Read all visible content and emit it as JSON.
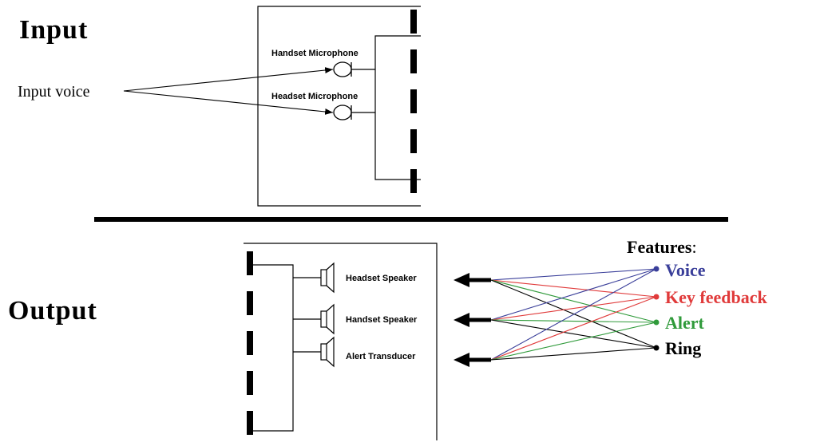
{
  "input": {
    "section_title": "Input",
    "source_label": "Input voice",
    "components": [
      {
        "label": "Handset Microphone"
      },
      {
        "label": "Headset Microphone"
      }
    ]
  },
  "output": {
    "section_title": "Output",
    "components": [
      {
        "label": "Headset Speaker"
      },
      {
        "label": "Handset Speaker"
      },
      {
        "label": "Alert Transducer"
      }
    ]
  },
  "features": {
    "title": "Features",
    "title_suffix": ":",
    "items": [
      {
        "label": "Voice",
        "color": "#3a3f9a"
      },
      {
        "label": "Key feedback",
        "color": "#e03a3a"
      },
      {
        "label": "Alert",
        "color": "#2f9a3a"
      },
      {
        "label": "Ring",
        "color": "#000000"
      }
    ]
  }
}
